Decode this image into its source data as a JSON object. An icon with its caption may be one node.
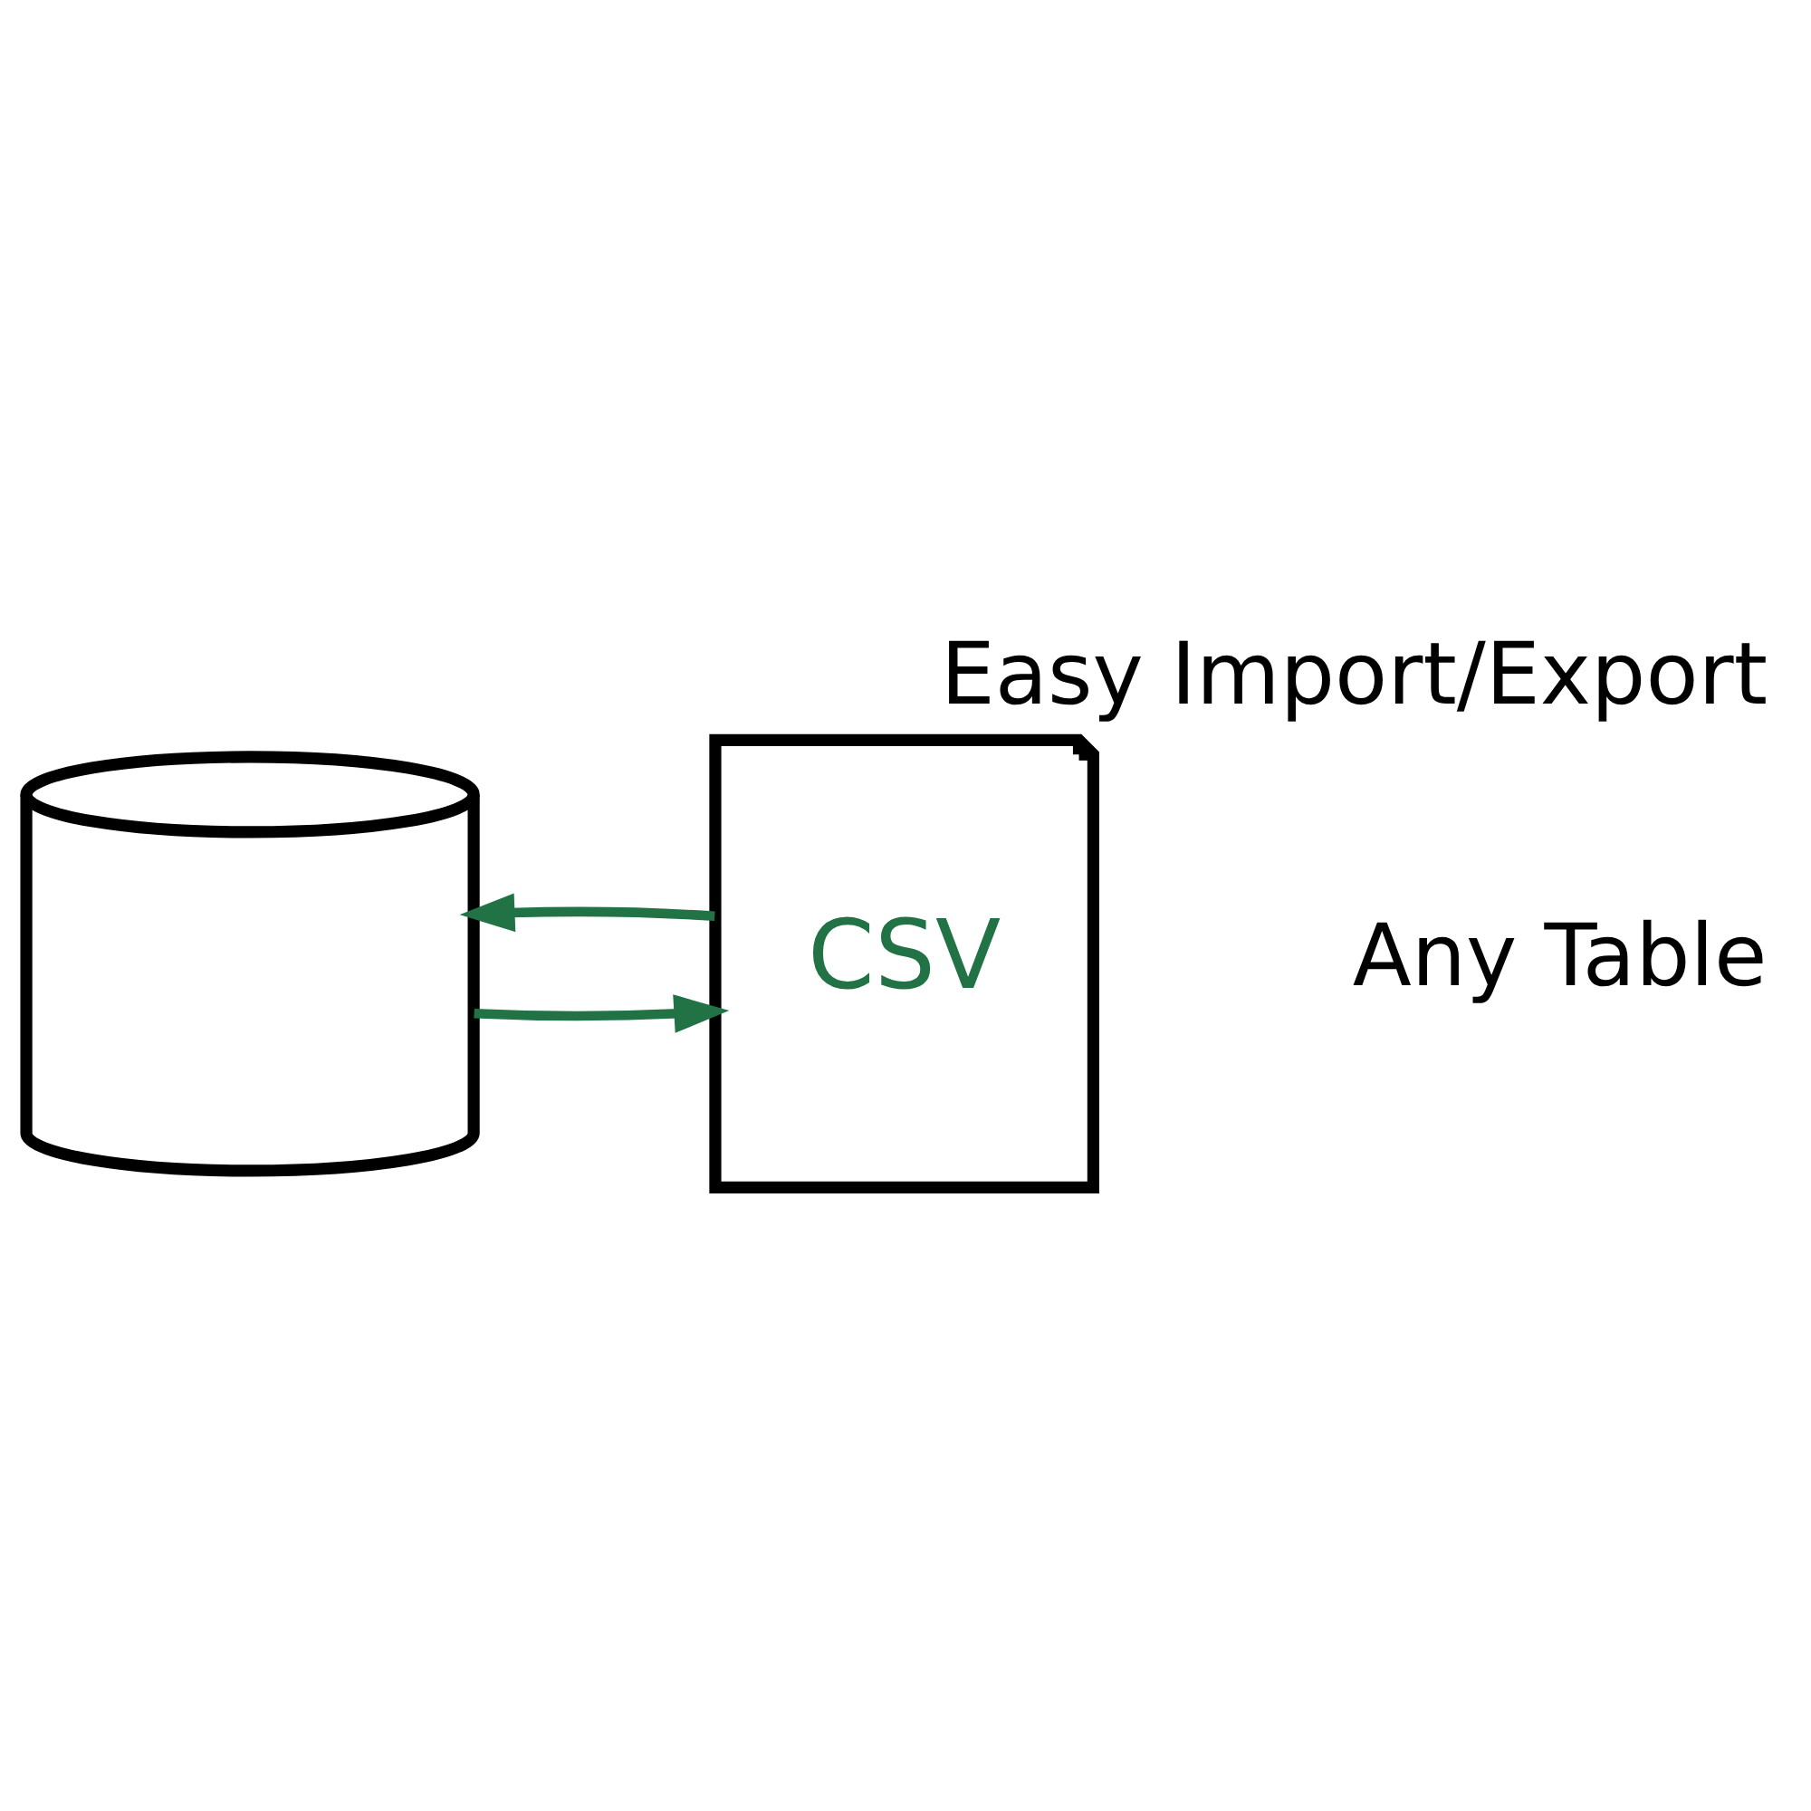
{
  "diagram": {
    "title": "Easy Import/Export",
    "nodes": [
      {
        "text": [],
        "shape": "picture"
      },
      {
        "text": [
          "CSV"
        ]
      }
    ],
    "edges": [
      {
        "from": 1,
        "to": 0,
        "arrow": "to",
        "color": "#217346"
      },
      {
        "from": 0,
        "to": 1,
        "arrow": "to",
        "color": "#217346"
      }
    ],
    "labels": [
      "Any Table"
    ]
  }
}
